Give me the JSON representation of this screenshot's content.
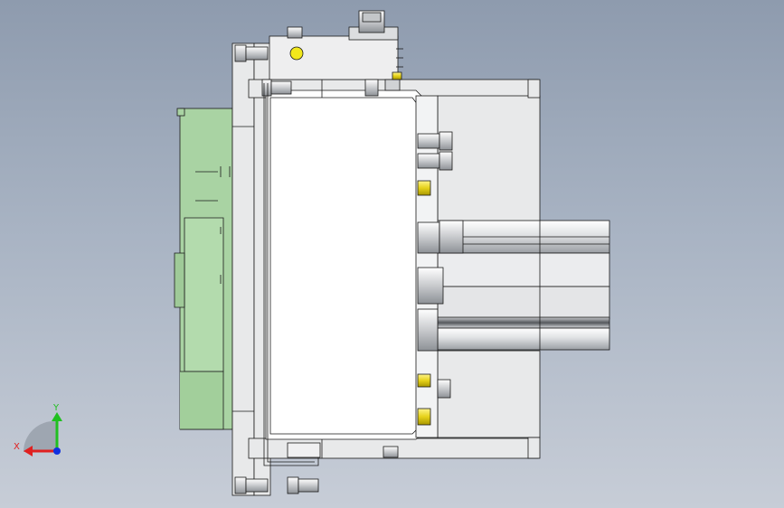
{
  "view": {
    "name": "cad-side-view-assembly"
  },
  "triad": {
    "x_label": "X",
    "y_label": "Y",
    "x_color": "#e02020",
    "y_color": "#20c020",
    "z_color": "#1030e0"
  },
  "colors": {
    "background_top": "#8e9bae",
    "background_bottom": "#c7cdd7",
    "steel": "#e8e9ea",
    "steel_dark": "#b9bcc0",
    "green_plate": "#a9d3a3",
    "green_plate_dark": "#8fbf88",
    "brass": "#e6d21a",
    "outline": "#1a1a1a"
  }
}
